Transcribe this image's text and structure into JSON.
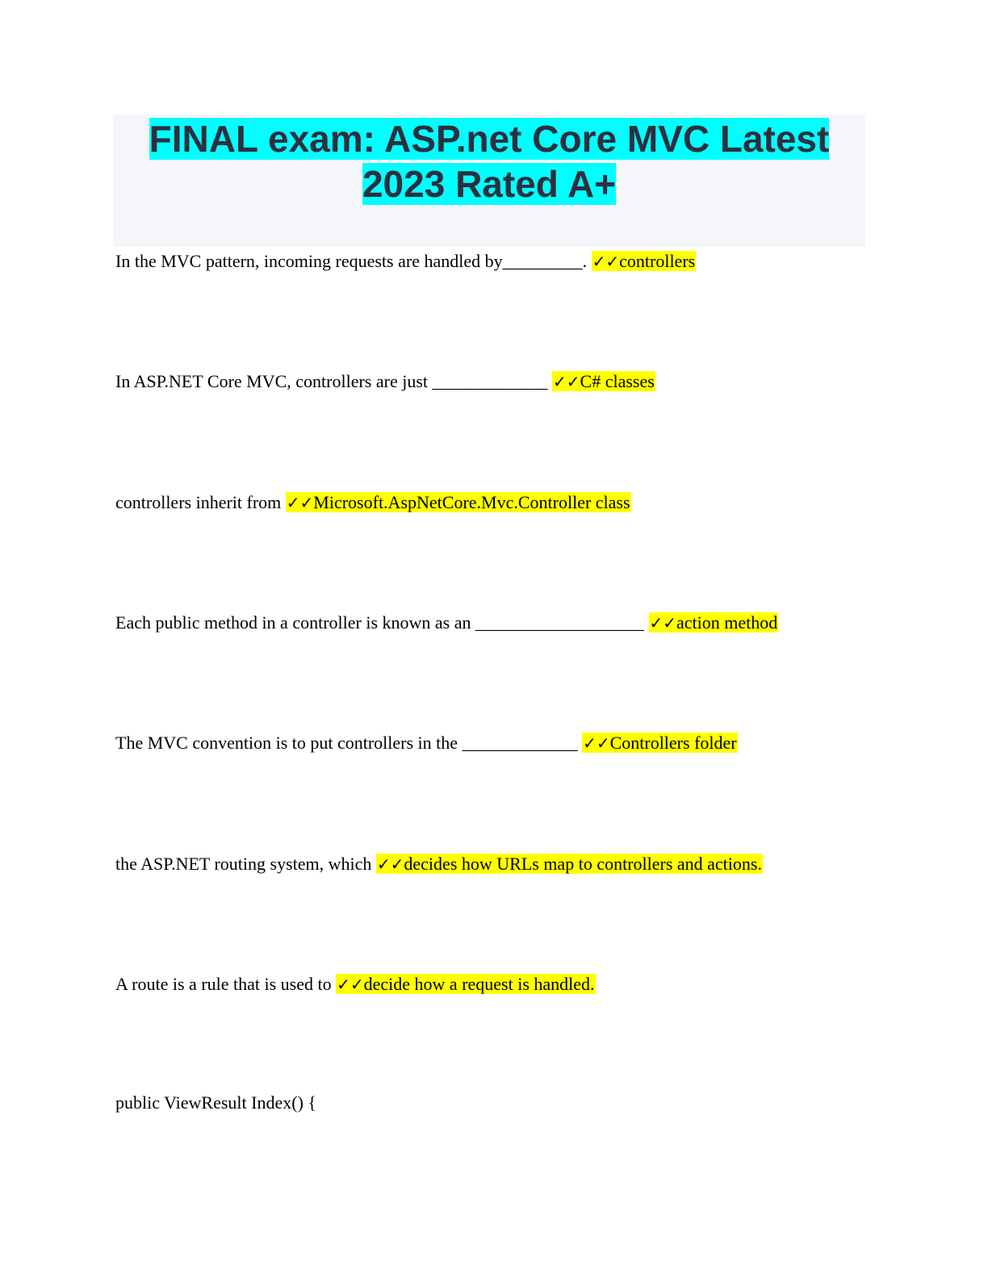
{
  "title": {
    "line1": "FINAL exam: ASP.net Core MVC Latest",
    "line2": "2023 Rated A+"
  },
  "check_mark": "✓✓",
  "items": [
    {
      "question": "In the MVC pattern, incoming requests are handled by_________. ",
      "answer": "controllers"
    },
    {
      "question": "In ASP.NET Core MVC, controllers are just _____________ ",
      "answer": "C# classes"
    },
    {
      "question": "controllers inherit from ",
      "answer": "Microsoft.AspNetCore.Mvc.Controller class"
    },
    {
      "question": "Each public method in a controller is known as an ___________________ ",
      "answer": "action method"
    },
    {
      "question": "The MVC convention is to put controllers in the _____________ ",
      "answer": "Controllers folder"
    },
    {
      "question": "the ASP.NET routing system, which ",
      "answer": "decides how URLs map to controllers and actions."
    },
    {
      "question": "A route is a rule that is used to ",
      "answer": "decide how a request is handled."
    }
  ],
  "code_line": "public ViewResult Index() {"
}
